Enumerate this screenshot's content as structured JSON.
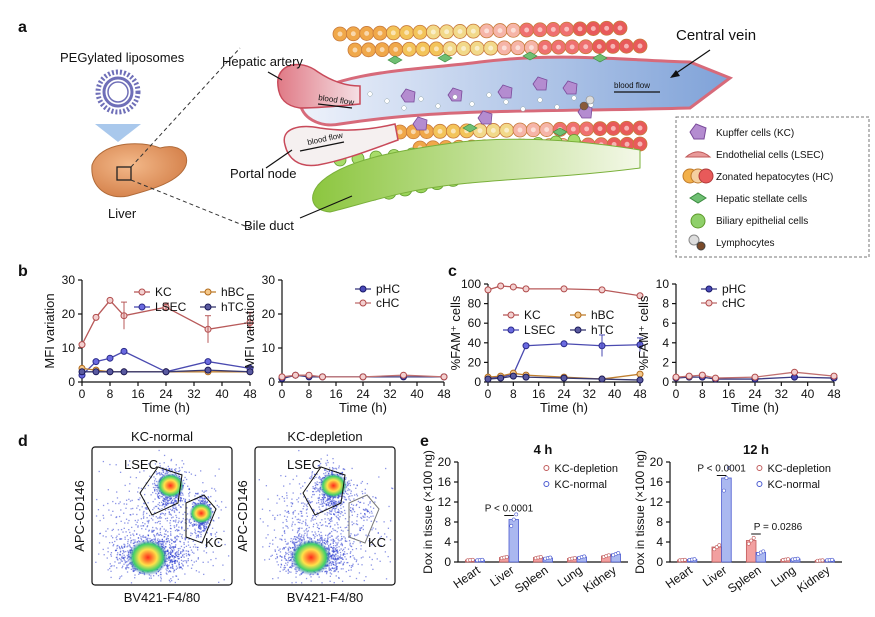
{
  "panel_a": {
    "letter": "a",
    "peg_label": "PEGylated liposomes",
    "liver_label": "Liver",
    "hepatic_artery": "Hepatic artery",
    "portal_node": "Portal node",
    "bile_duct": "Bile duct",
    "central_vein": "Central vein",
    "blood_flow": "blood flow",
    "legend": [
      {
        "label": "Kupffer cells (KC)",
        "icon": "kupffer-cell-icon",
        "color": "#b48cd0"
      },
      {
        "label": "Endothelial cells (LSEC)",
        "icon": "endothelial-cell-icon",
        "color": "#e89a9a"
      },
      {
        "label": "Zonated hepatocytes (HC)",
        "icon": "hepatocyte-icon",
        "color": "#f2b04a"
      },
      {
        "label": "Hepatic stellate cells",
        "icon": "stellate-cell-icon",
        "color": "#6fbf73"
      },
      {
        "label": "Biliary epithelial cells",
        "icon": "biliary-cell-icon",
        "color": "#8fd06a"
      },
      {
        "label": "Lymphocytes",
        "icon": "lymphocyte-icon",
        "color": "#bbbbbb"
      }
    ]
  },
  "panel_letters": {
    "b": "b",
    "c": "c",
    "d": "d",
    "e": "e"
  },
  "colors": {
    "KC": "#e07a7a",
    "LSEC": "#5b5bd6",
    "hBC": "#e8a04a",
    "hTC": "#3a3a8a",
    "pHC": "#3a3a9a",
    "cHC": "#d88080",
    "normal": "#8fa8e8",
    "depletion": "#e88a8a"
  },
  "chart_data": [
    {
      "id": "b1",
      "type": "line",
      "ylabel": "MFI variation",
      "xlabel": "Time (h)",
      "xlim": [
        0,
        48
      ],
      "ylim": [
        0,
        30
      ],
      "xticks": [
        0,
        8,
        16,
        24,
        32,
        40,
        48
      ],
      "yticks": [
        0,
        10,
        20,
        30
      ],
      "x": [
        0,
        4,
        8,
        12,
        24,
        36,
        48
      ],
      "series": [
        {
          "name": "KC",
          "values": [
            11,
            19,
            24,
            19.5,
            22,
            15.5,
            17.5
          ]
        },
        {
          "name": "LSEC",
          "values": [
            2,
            6,
            7,
            9,
            3,
            6,
            4
          ]
        },
        {
          "name": "hBC",
          "values": [
            4,
            3.5,
            3,
            3,
            3,
            3,
            3
          ]
        },
        {
          "name": "hTC",
          "values": [
            3,
            3,
            3,
            3,
            3,
            3.5,
            3
          ]
        }
      ]
    },
    {
      "id": "b2",
      "type": "line",
      "ylabel": "MFI variation",
      "xlabel": "Time (h)",
      "xlim": [
        0,
        48
      ],
      "ylim": [
        0,
        30
      ],
      "xticks": [
        0,
        8,
        16,
        24,
        32,
        40,
        48
      ],
      "yticks": [
        0,
        10,
        20,
        30
      ],
      "x": [
        0,
        4,
        8,
        12,
        24,
        36,
        48
      ],
      "series": [
        {
          "name": "pHC",
          "values": [
            1,
            2,
            1.5,
            1.5,
            1.5,
            1.5,
            1.5
          ]
        },
        {
          "name": "cHC",
          "values": [
            1.5,
            2,
            2,
            1.5,
            1.5,
            2,
            1.5
          ]
        }
      ]
    },
    {
      "id": "c1",
      "type": "line",
      "ylabel": "%FAM⁺ cells",
      "xlabel": "Time (h)",
      "xlim": [
        0,
        48
      ],
      "ylim": [
        0,
        100
      ],
      "xticks": [
        0,
        8,
        16,
        24,
        32,
        40,
        48
      ],
      "yticks": [
        0,
        20,
        40,
        60,
        80,
        100
      ],
      "x": [
        0,
        4,
        8,
        12,
        24,
        36,
        48
      ],
      "series": [
        {
          "name": "KC",
          "values": [
            94,
            98,
            97,
            95,
            95,
            94,
            88
          ]
        },
        {
          "name": "LSEC",
          "values": [
            4,
            5,
            8,
            37,
            39,
            37,
            38
          ]
        },
        {
          "name": "hBC",
          "values": [
            5,
            6,
            9,
            7,
            5,
            3,
            8
          ]
        },
        {
          "name": "hTC",
          "values": [
            3,
            4,
            6,
            5,
            4,
            3,
            2
          ]
        }
      ]
    },
    {
      "id": "c2",
      "type": "line",
      "ylabel": "%FAM⁺ cells",
      "xlabel": "Time (h)",
      "xlim": [
        0,
        48
      ],
      "ylim": [
        0,
        10
      ],
      "xticks": [
        0,
        8,
        16,
        24,
        32,
        40,
        48
      ],
      "yticks": [
        0,
        2,
        4,
        6,
        8,
        10
      ],
      "x": [
        0,
        4,
        8,
        12,
        24,
        36,
        48
      ],
      "series": [
        {
          "name": "pHC",
          "values": [
            0.4,
            0.5,
            0.5,
            0.3,
            0.3,
            0.5,
            0.4
          ]
        },
        {
          "name": "cHC",
          "values": [
            0.5,
            0.6,
            0.7,
            0.4,
            0.5,
            1.0,
            0.6
          ]
        }
      ]
    },
    {
      "id": "e1",
      "type": "bar",
      "title": "4 h",
      "ylabel": "Dox in tissue (×100 ng)",
      "ylim": [
        0,
        20
      ],
      "yticks": [
        0,
        4,
        8,
        12,
        16,
        20
      ],
      "categories": [
        "Heart",
        "Liver",
        "Spleen",
        "Lung",
        "Kidney"
      ],
      "series": [
        {
          "name": "KC-depletion",
          "values": [
            0.4,
            0.9,
            0.9,
            0.7,
            1.2
          ]
        },
        {
          "name": "KC-normal",
          "values": [
            0.4,
            8.5,
            0.8,
            1.0,
            1.6
          ]
        }
      ],
      "annotations": [
        {
          "text": "P < 0.0001",
          "category": "Liver",
          "y": 10.5
        }
      ]
    },
    {
      "id": "e2",
      "type": "bar",
      "title": "12 h",
      "ylabel": "Dox in tissue (×100 ng)",
      "ylim": [
        0,
        20
      ],
      "yticks": [
        0,
        4,
        8,
        12,
        16,
        20
      ],
      "categories": [
        "Heart",
        "Liver",
        "Spleen",
        "Lung",
        "Kidney"
      ],
      "series": [
        {
          "name": "KC-depletion",
          "values": [
            0.4,
            3.0,
            4.3,
            0.5,
            0.3
          ]
        },
        {
          "name": "KC-normal",
          "values": [
            0.5,
            16.8,
            1.9,
            0.6,
            0.4
          ]
        }
      ],
      "annotations": [
        {
          "text": "P < 0.0001",
          "category": "Liver",
          "y": 18.5
        },
        {
          "text": "P = 0.0286",
          "category": "Spleen",
          "y": 6.8
        }
      ]
    }
  ],
  "panel_d": {
    "plots": [
      {
        "title": "KC-normal",
        "xlabel": "BV421-F4/80",
        "ylabel": "APC-CD146",
        "gate1": "LSEC",
        "gate2": "KC"
      },
      {
        "title": "KC-depletion",
        "xlabel": "BV421-F4/80",
        "ylabel": "APC-CD146",
        "gate1": "LSEC",
        "gate2": "KC"
      }
    ]
  }
}
